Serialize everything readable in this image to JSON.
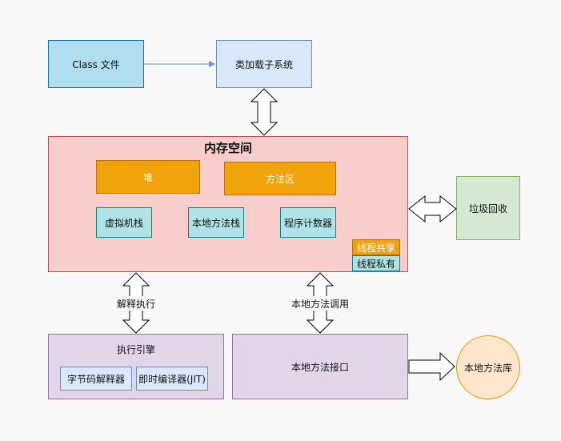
{
  "nodes": {
    "class_file": "Class 文件",
    "classloader": "类加载子系统",
    "memory_title": "内存空间",
    "heap": "堆",
    "method_area": "方法区",
    "vm_stack": "虚拟机栈",
    "native_stack": "本地方法栈",
    "pc_register": "程序计数器",
    "legend_shared": "线程共享",
    "legend_private": "线程私有",
    "gc": "垃圾回收",
    "exec_engine": "执行引擎",
    "interpreter": "字节码解释器",
    "jit": "即时编译器(JIT)",
    "native_interface": "本地方法接口",
    "native_library": "本地方法库"
  },
  "edge_labels": {
    "interpret": "解释执行",
    "native_call": "本地方法调用"
  },
  "colors": {
    "blue_fill": "#b1ddf0",
    "blue_stroke": "#10739e",
    "lightblue_fill": "#dae8fc",
    "lightblue_stroke": "#6c8ebf",
    "red_fill": "#f8cecc",
    "red_stroke": "#b85450",
    "orange_fill": "#f0a30a",
    "orange_stroke": "#bd7000",
    "teal_fill": "#b0e3e6",
    "teal_stroke": "#0e8088",
    "green_fill": "#d5e8d4",
    "green_stroke": "#82b366",
    "purple_fill": "#e1d5e7",
    "purple_stroke": "#9673a6",
    "peach_fill": "#ffe6cc",
    "peach_stroke": "#d79b00"
  }
}
